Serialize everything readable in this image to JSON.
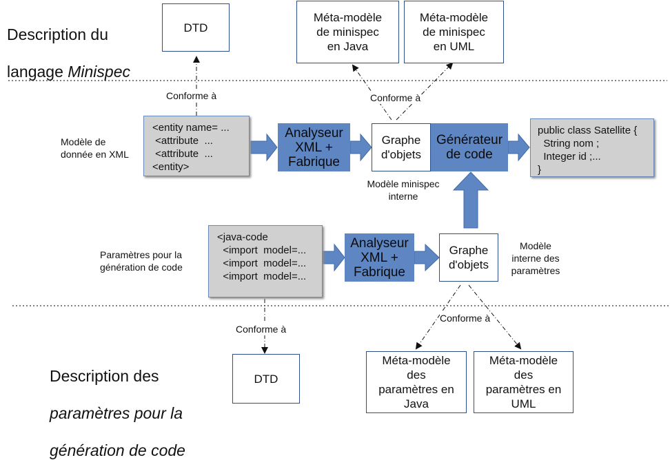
{
  "top": {
    "title_line1": "Description du",
    "title_line2_plain": "langage ",
    "title_line2_italic": "Minispec",
    "dtd": "DTD",
    "meta_java": "Méta-modèle\nde minispec\nen Java",
    "meta_uml": "Méta-modèle\nde minispec\nen UML"
  },
  "middle": {
    "conforme_left": "Conforme  à",
    "conforme_right": "Conforme  à",
    "xml_label": "Modèle de\ndonnée  en  XML",
    "xml_code": "<entity name= ...\n <attribute  ...\n <attribute  ...\n<entity>",
    "analyseur": "Analyseur\nXML +\nFabrique",
    "graphe": "Graphe\nd'objets",
    "generateur": "Générateur\nde code",
    "java_code": "public class Satellite {\n  String nom ;\n  Integer id ;...\n}",
    "modele_interne": "Modèle minispec\ninterne"
  },
  "lower": {
    "params_label": "Paramètres pour la\ngénération  de  code",
    "java_code_xml": "<java-code\n  <import  model=...\n  <import  model=...\n  <import  model=...",
    "analyseur": "Analyseur\nXML +\nFabrique",
    "graphe": "Graphe\nd'objets",
    "modele_interne_params": "Modèle\ninterne des\nparamètres"
  },
  "bottom": {
    "conforme_left": "Conforme  à",
    "conforme_right": "Conforme  à",
    "title_line1": "Description des",
    "title_line2": "paramètres pour la",
    "title_line3": "génération de code",
    "dtd": "DTD",
    "meta_java": "Méta-modèle\ndes\nparamètres en\nJava",
    "meta_uml": "Méta-modèle\ndes\nparamètres en\nUML"
  },
  "colors": {
    "process_fill": "#5d86c3",
    "code_fill": "#d0d0d0",
    "box_border": "#2b4f8a"
  }
}
